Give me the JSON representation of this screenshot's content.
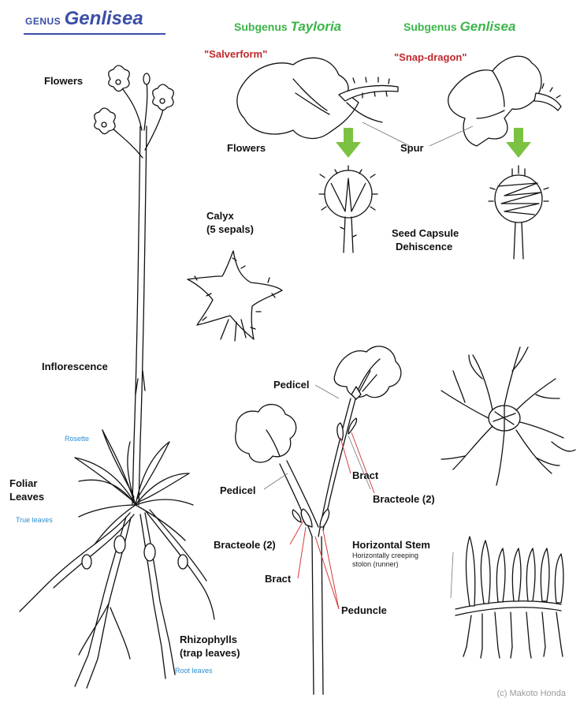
{
  "title": {
    "genus_prefix": "GENUS",
    "genus_name": "Genlisea"
  },
  "subgenera": [
    {
      "prefix": "Subgenus",
      "name": "Tayloria",
      "flower_form": "\"Salverform\""
    },
    {
      "prefix": "Subgenus",
      "name": "Genlisea",
      "flower_form": "\"Snap-dragon\""
    }
  ],
  "labels": {
    "flowers_left": "Flowers",
    "flowers_mid": "Flowers",
    "spur": "Spur",
    "calyx": "Calyx",
    "calyx_sub": "(5 sepals)",
    "seed_capsule": "Seed Capsule",
    "dehiscence": "Dehiscence",
    "inflorescence": "Inflorescence",
    "rosette": "Rosette",
    "foliar": "Foliar",
    "leaves": "Leaves",
    "true_leaves": "True leaves",
    "pedicel_top": "Pedicel",
    "pedicel_left": "Pedicel",
    "bract_right": "Bract",
    "bracteole_right": "Bracteole (2)",
    "bracteole_left": "Bracteole (2)",
    "bract_left": "Bract",
    "peduncle": "Peduncle",
    "horizontal_stem": "Horizontal Stem",
    "horizontal_desc_1": "Horizontally creeping",
    "horizontal_desc_2": "stolon (runner)",
    "rhizophylls": "Rhizophylls",
    "trap_leaves": "(trap leaves)",
    "root_leaves": "Root leaves"
  },
  "copyright": "(c) Makoto Honda",
  "colors": {
    "title": "#3a4ea8",
    "subgenus": "#3bb54a",
    "flower_form": "#c0282d",
    "note": "#2a8fd0",
    "arrow": "#7cc242",
    "pointer_line": "#d63b3b"
  }
}
